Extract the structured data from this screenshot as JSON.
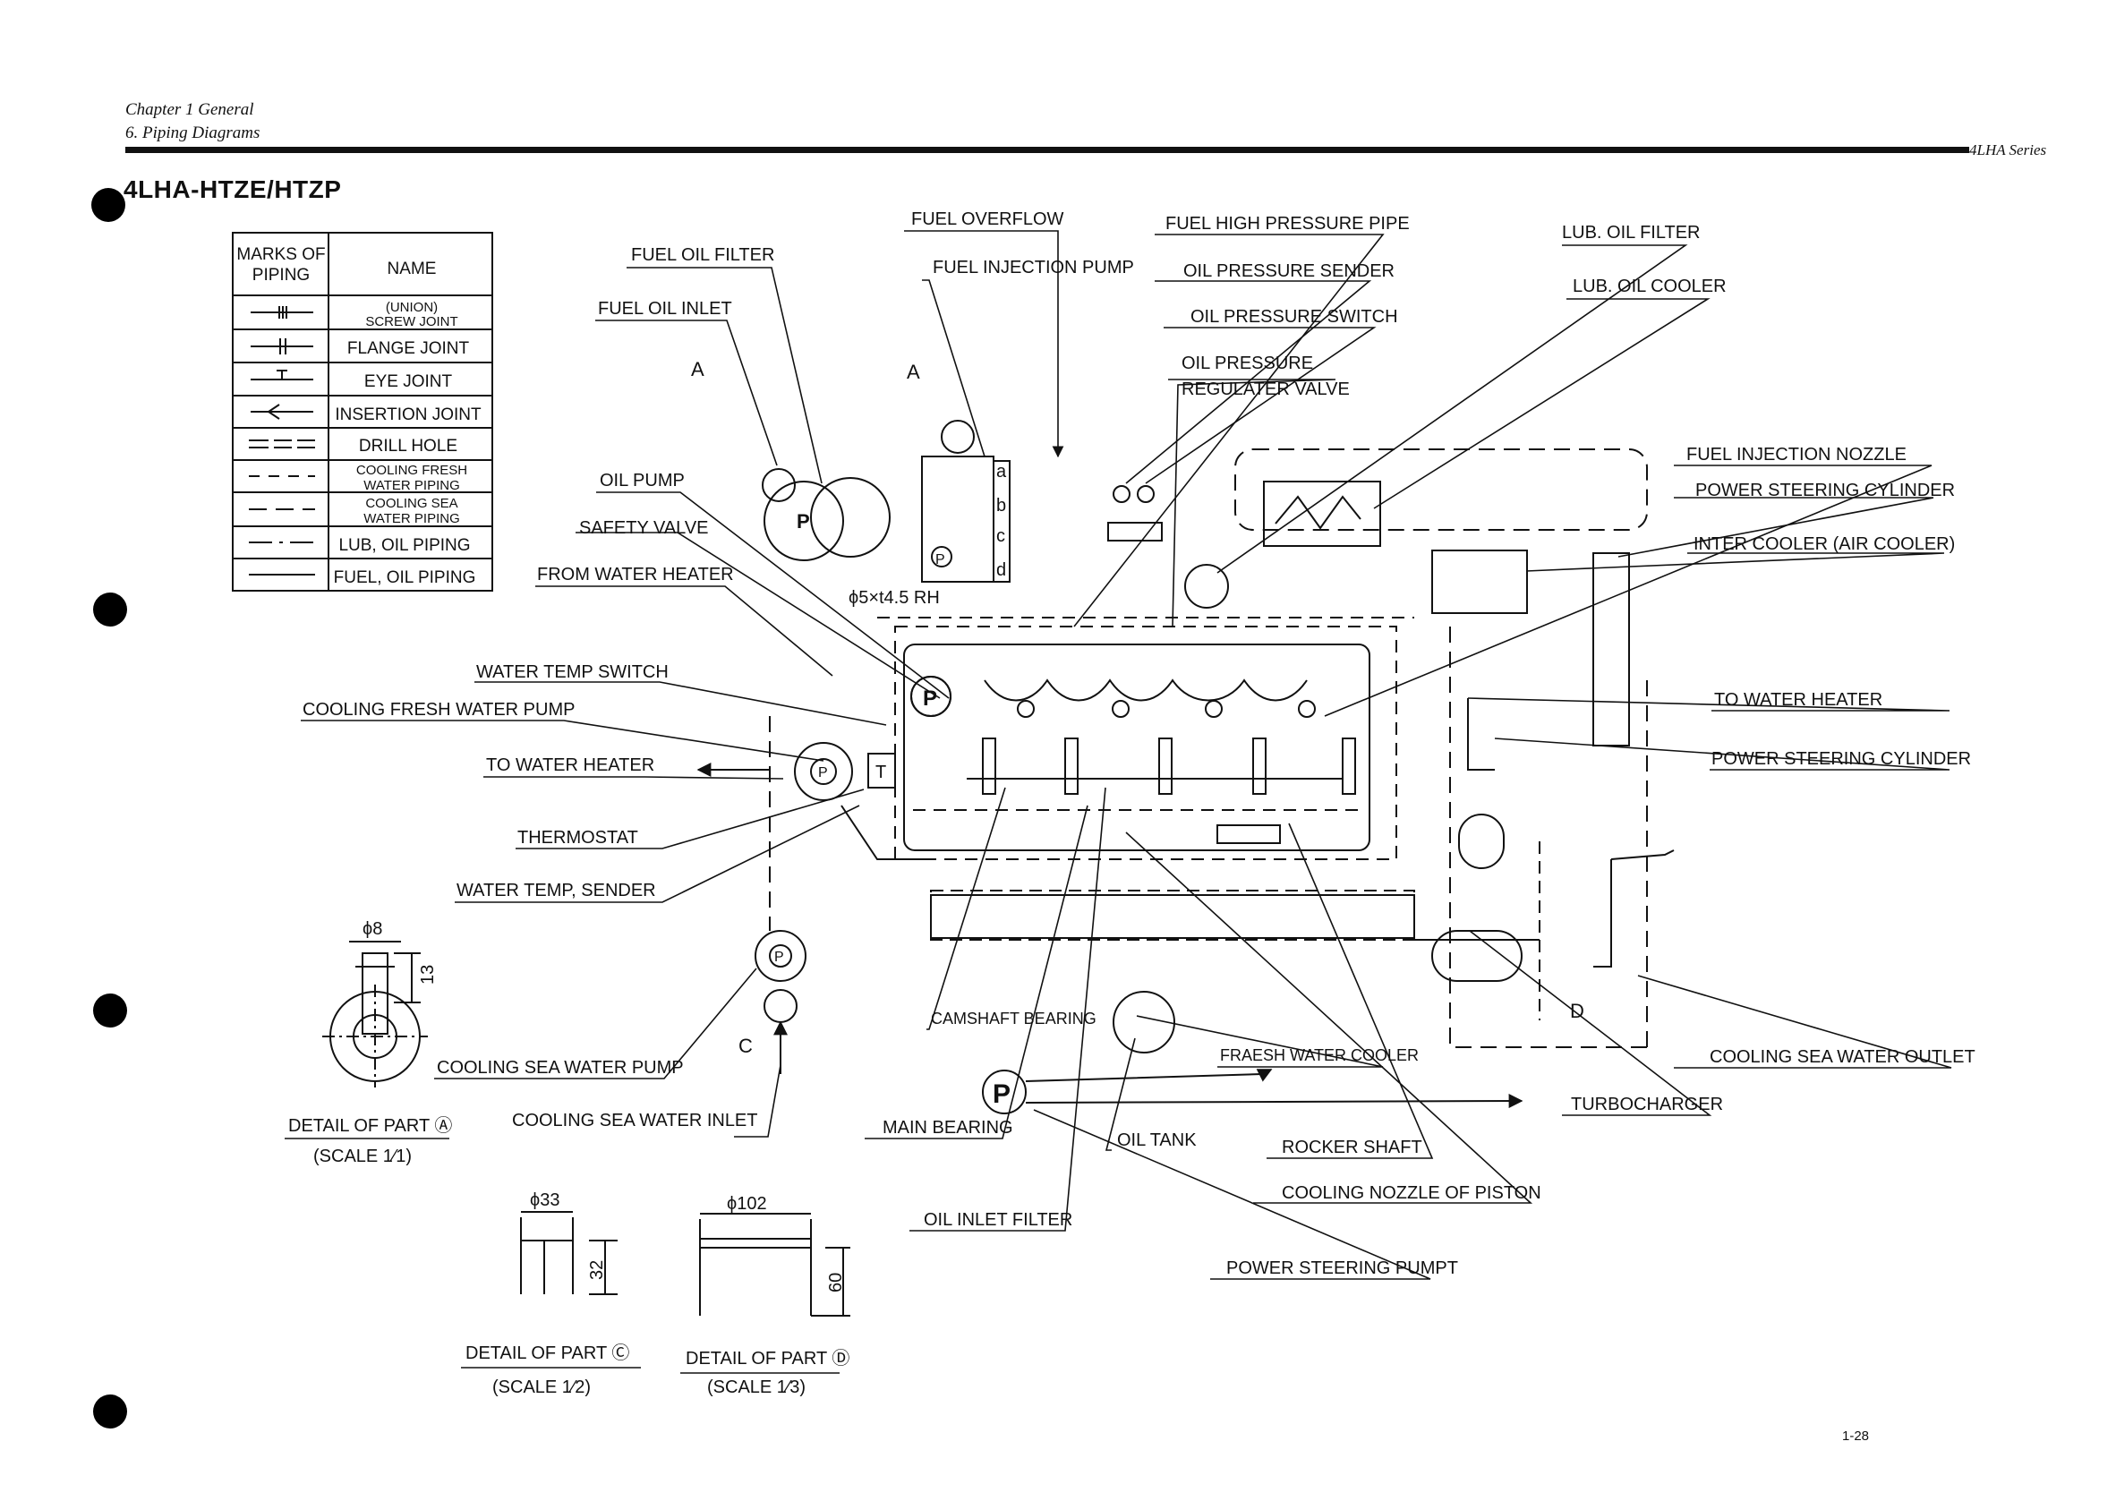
{
  "header": {
    "chapter": "Chapter 1 General",
    "section": "6. Piping Diagrams",
    "series": "4LHA Series"
  },
  "title": "4LHA-HTZE/HTZP",
  "page_number": "1-28",
  "legend": {
    "col_marks": "MARKS OF\nPIPING",
    "col_marks_l1": "MARKS OF",
    "col_marks_l2": "PIPING",
    "col_name": "NAME",
    "rows": [
      {
        "l1": "(UNION)",
        "l2": "SCREW JOINT",
        "symbol": "screw-joint"
      },
      {
        "l1": "FLANGE JOINT",
        "l2": "",
        "symbol": "flange-joint"
      },
      {
        "l1": "EYE JOINT",
        "l2": "",
        "symbol": "eye-joint"
      },
      {
        "l1": "INSERTION JOINT",
        "l2": "",
        "symbol": "insertion-joint"
      },
      {
        "l1": "DRILL HOLE",
        "l2": "",
        "symbol": "drill-hole"
      },
      {
        "l1": "COOLING  FRESH",
        "l2": "WATER  PIPING",
        "symbol": "dash-short"
      },
      {
        "l1": "COOLING SEA",
        "l2": "WATER  PIPING",
        "symbol": "dash-long"
      },
      {
        "l1": "LUB, OIL PIPING",
        "l2": "",
        "symbol": "dash-dot"
      },
      {
        "l1": "FUEL, OIL PIPING",
        "l2": "",
        "symbol": "solid"
      }
    ]
  },
  "labels": {
    "fuel_overflow": "FUEL OVERFLOW",
    "fuel_high_pressure_pipe": "FUEL HIGH PRESSURE PIPE",
    "lub_oil_filter": "LUB. OIL FILTER",
    "fuel_oil_filter": "FUEL OIL FILTER",
    "fuel_injection_pump": "FUEL INJECTION PUMP",
    "oil_pressure_sender": "OIL PRESSURE SENDER",
    "lub_oil_cooler": "LUB. OIL COOLER",
    "fuel_oil_inlet": "FUEL OIL INLET",
    "oil_pressure_switch": "OIL PRESSURE SWITCH",
    "oil_pressure": "OIL PRESSURE",
    "regulater_valve": "REGULATER VALVE",
    "fuel_injection_nozzle": "FUEL INJECTION NOZZLE",
    "power_steering_cylinder_top": "POWER STEERING CYLINDER",
    "inter_cooler": "INTER COOLER (AIR COOLER)",
    "oil_pump": "OIL PUMP",
    "safety_valve": "SAFETY VALVE",
    "from_water_heater": "FROM WATER HEATER",
    "thread_spec": "ϕ5×t4.5 RH",
    "water_temp_switch": "WATER TEMP SWITCH",
    "cooling_fresh_water_pump": "COOLING  FRESH WATER PUMP",
    "to_water_heater_left": "TO WATER HEATER",
    "thermostat": "THERMOSTAT",
    "water_temp_sender": "WATER TEMP, SENDER",
    "to_water_heater_right": "TO WATER HEATER",
    "power_steering_cylinder_mid": "POWER STEERING CYLINDER",
    "camshaft_bearing": "CAMSHAFT BEARING",
    "fraesh_water_cooler": "FRAESH WATER COOLER",
    "cooling_sea_water_outlet": "COOLING SEA WATER OUTLET",
    "cooling_sea_water_pump": "COOLING SEA WATER PUMP",
    "turbocharger": "TURBOCHARGER",
    "cooling_sea_water_inlet": "COOLING SEA WATER INLET",
    "main_bearing": "MAIN BEARING",
    "oil_tank": "OIL TANK",
    "rocker_shaft": "ROCKER SHAFT",
    "cooling_nozzle_of_piston": "COOLING NOZZLE OF PISTON",
    "oil_inlet_filter": "OIL INLET FILTER",
    "power_steering_pumpt": "POWER STEERING PUMPT",
    "mark_a1": "A",
    "mark_a2": "A",
    "mark_c": "C",
    "mark_d": "D",
    "pump_p": "P",
    "port_a": "a",
    "port_b": "b",
    "port_c": "c",
    "port_d": "d",
    "thermostat_t": "T"
  },
  "details": {
    "a": {
      "dim_dia": "ϕ8",
      "dim_h": "13",
      "caption": "DETAIL OF PART Ⓐ",
      "scale": "(SCALE 1⁄1)"
    },
    "c": {
      "dim_dia": "ϕ33",
      "dim_h": "32",
      "caption": "DETAIL OF PART Ⓒ",
      "scale": "(SCALE 1⁄2)"
    },
    "d": {
      "dim_dia": "ϕ102",
      "dim_h": "60",
      "caption": "DETAIL OF PART Ⓓ",
      "scale": "(SCALE 1⁄3)"
    }
  }
}
